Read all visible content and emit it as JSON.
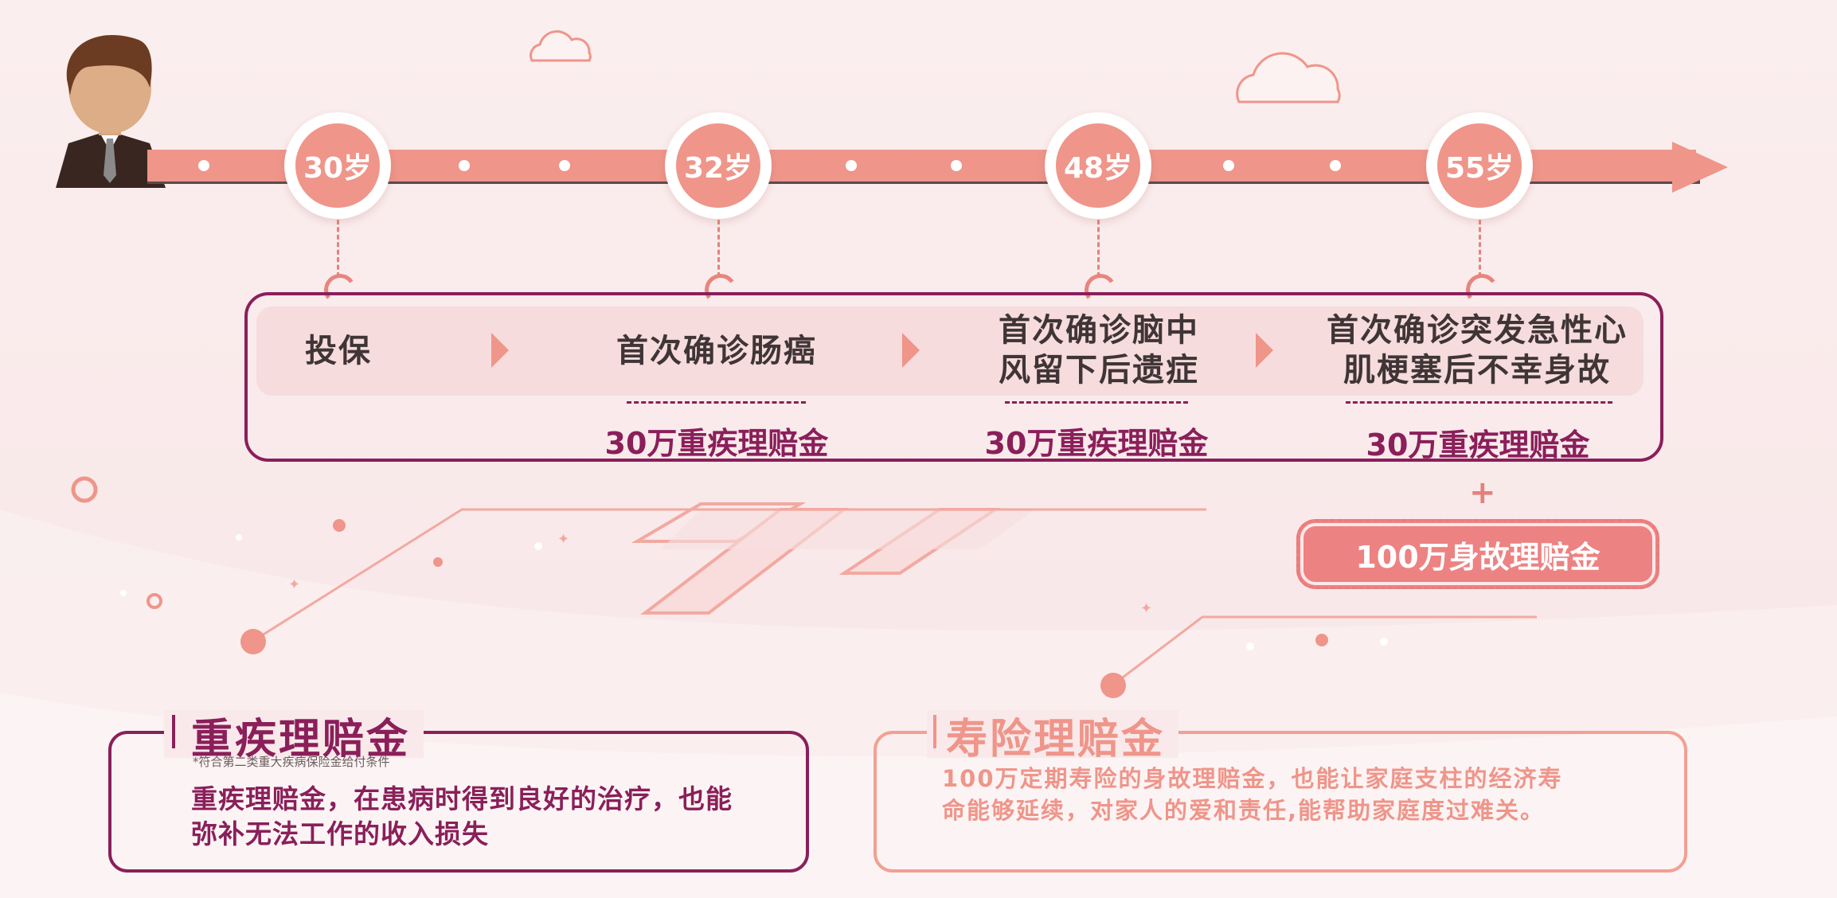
{
  "timeline": {
    "ages": [
      "30岁",
      "32岁",
      "48岁",
      "55岁"
    ]
  },
  "stages": [
    {
      "label": "投保"
    },
    {
      "label": "首次确诊肠癌",
      "amount": "30万重疾理赔金"
    },
    {
      "label_lines": [
        "首次确诊脑中",
        "风留下后遗症"
      ],
      "amount": "30万重疾理赔金"
    },
    {
      "label_lines": [
        "首次确诊突发急性心",
        "肌梗塞后不幸身故"
      ],
      "amount": "30万重疾理赔金"
    }
  ],
  "extra": {
    "plus": "+",
    "death_benefit": "100万身故理赔金"
  },
  "critical_illness": {
    "title": "重疾理赔金",
    "note": "*符合第二类重大疾病保险金给付条件",
    "body_lines": [
      "重疾理赔金，在患病时得到良好的治疗，也能",
      "弥补无法工作的收入损失"
    ]
  },
  "life_insurance": {
    "title": "寿险理赔金",
    "body_lines": [
      "100万定期寿险的身故理赔金，也能让家庭支柱的经济寿",
      "命能够延续，对家人的爱和责任,能帮助家庭度过难关。"
    ]
  },
  "colors": {
    "accent": "#ef958a",
    "plum": "#8a1f5a",
    "text": "#3f3536",
    "background": "#fbeeee"
  }
}
